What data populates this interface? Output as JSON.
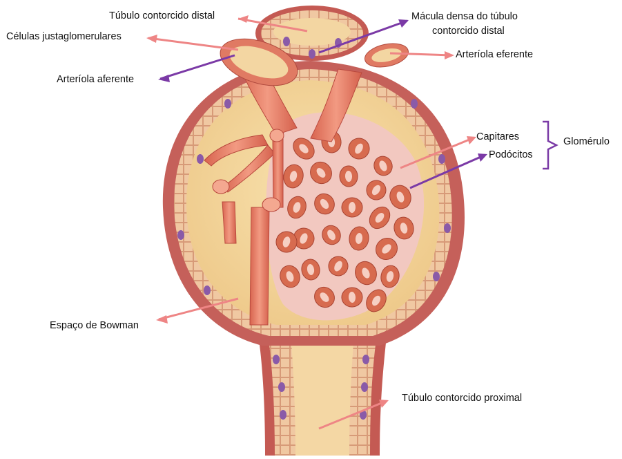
{
  "colors": {
    "arrow_pink": "#ee8585",
    "arrow_purple": "#7b3aa6",
    "bracket": "#7a3aa6",
    "capsule_outer": "#c8645e",
    "bowman_space": "#f3d79d",
    "vessel": "#e9826c",
    "nucleus": "#8a5aa8"
  },
  "labels": {
    "distal": "Túbulo contorcido distal",
    "macula_1": "Mácula densa do túbulo",
    "macula_2": "contorcido distal",
    "jg": "Células justaglomerulares",
    "efferent": "Arteríola eferente",
    "afferent": "Arteríola aferente",
    "capillaries": "Capitares",
    "podocytes": "Podócitos",
    "glomerulus": "Glomérulo",
    "bowman": "Espaço de Bowman",
    "proximal": "Túbulo contorcido proximal"
  }
}
